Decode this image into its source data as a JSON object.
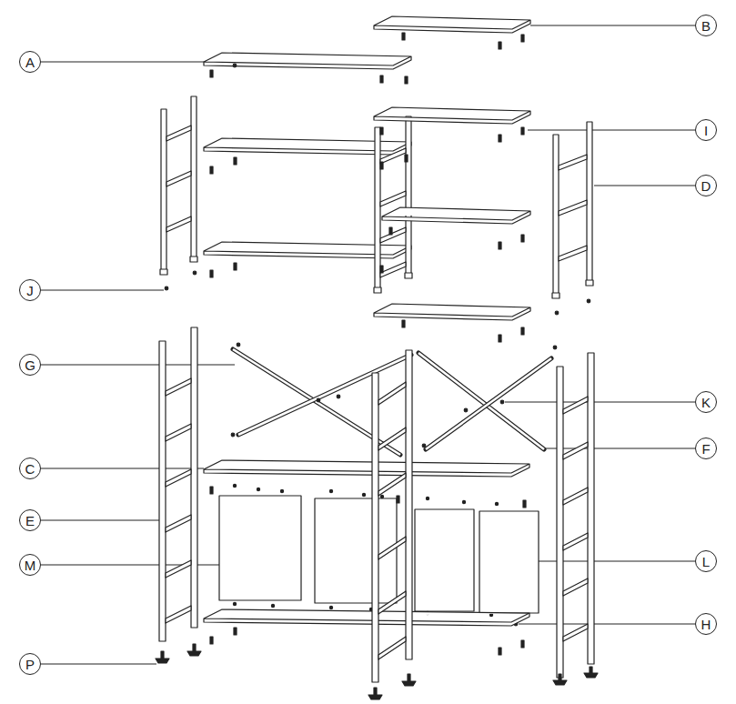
{
  "diagram": {
    "nodes": [
      {
        "text": [
          "B"
        ]
      },
      {
        "text": [
          "A"
        ]
      },
      {
        "text": [
          "I"
        ]
      },
      {
        "text": [
          "D"
        ]
      },
      {
        "text": [
          "J"
        ]
      },
      {
        "text": [
          "G"
        ]
      },
      {
        "text": [
          "K"
        ]
      },
      {
        "text": [
          "F"
        ]
      },
      {
        "text": [
          "C"
        ]
      },
      {
        "text": [
          "E"
        ]
      },
      {
        "text": [
          "M"
        ]
      },
      {
        "text": [
          "L"
        ]
      },
      {
        "text": [
          "H"
        ]
      },
      {
        "text": [
          "P"
        ]
      }
    ]
  }
}
